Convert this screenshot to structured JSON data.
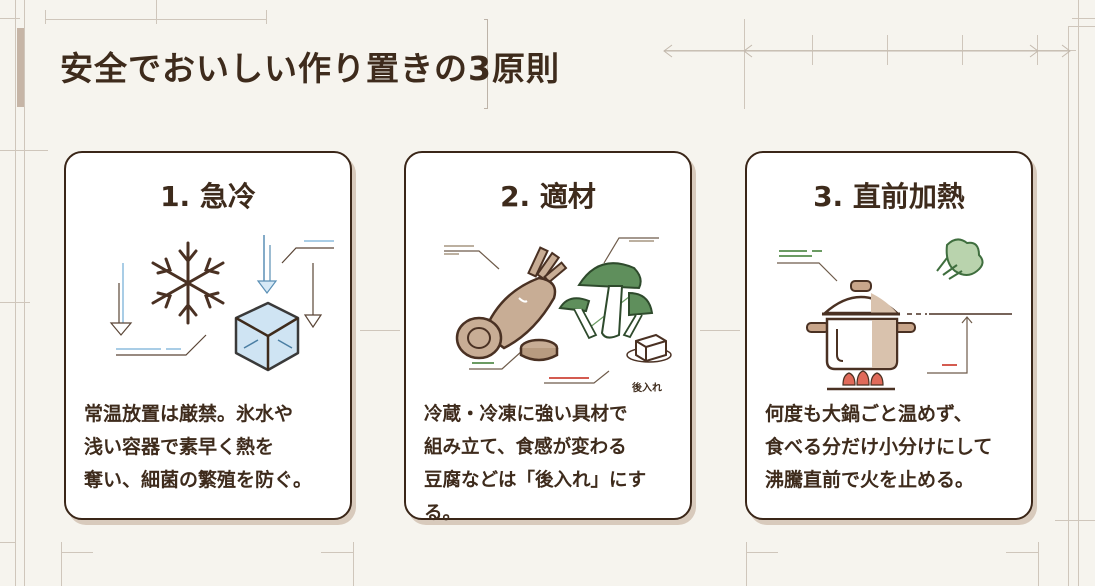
{
  "page": {
    "title": "安全でおいしい作り置きの3原則",
    "background_color": "#f6f4ee",
    "accent_colors": {
      "text_brown": "#3e2b1c",
      "card_border": "#3a2618",
      "ice_blue": "#a9cde6",
      "veg_tan": "#c8ad95",
      "mushroom_green": "#5f8f5c",
      "flame_red": "#e06a5a",
      "steam_green": "#b9d3ad"
    }
  },
  "cards": [
    {
      "title": "1. 急冷",
      "icon": "snowflake-ice-cube-icon",
      "text": "常温放置は厳禁。氷水や\n浅い容器で素早く熱を\n奪い、細菌の繁殖を防ぐ。"
    },
    {
      "title": "2. 適材",
      "icon": "vegetables-mushroom-icon",
      "annotation": "後入れ",
      "text": "冷蔵・冷凍に強い具材で\n組み立て、食感が変わる\n豆腐などは「後入れ」にする。"
    },
    {
      "title": "3. 直前加熱",
      "icon": "pot-on-stove-icon",
      "text": "何度も大鍋ごと温めず、\n食べる分だけ小分けにして\n沸騰直前で火を止める。"
    }
  ]
}
